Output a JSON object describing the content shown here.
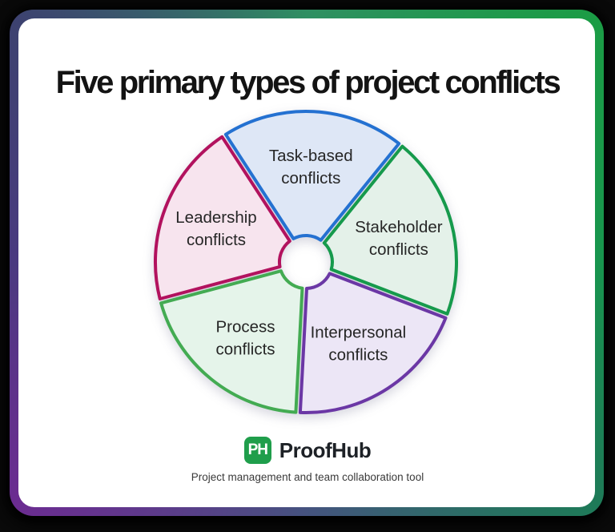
{
  "page": {
    "outer_background": "#0a0a0a"
  },
  "card": {
    "title": "Five primary types of project conflicts",
    "background": "#ffffff",
    "border_gradient": {
      "top_left": "#3d4270",
      "top_right": "#1b9c45",
      "bottom_right": "#1e7a58",
      "bottom_left": "#6b2c91"
    }
  },
  "chart_data": {
    "type": "pie",
    "title": "Five primary types of project conflicts",
    "donut": true,
    "legend_position": "none",
    "text_color": "#262626",
    "segments": [
      {
        "id": "task-based",
        "label": "Task-based conflicts",
        "label_lines": [
          "Task-based",
          "conflicts"
        ],
        "value_pct": 20,
        "fill": "#dee7f6",
        "stroke": "#2471d1",
        "start_angle": 237,
        "end_angle": 309
      },
      {
        "id": "stakeholder",
        "label": "Stakeholder conflicts",
        "label_lines": [
          "Stakeholder",
          "conflicts"
        ],
        "value_pct": 20,
        "fill": "#e4f1e9",
        "stroke": "#169a4c",
        "start_angle": 309,
        "end_angle": 381
      },
      {
        "id": "interpersonal",
        "label": "Interpersonal conflicts",
        "label_lines": [
          "Interpersonal",
          "conflicts"
        ],
        "value_pct": 20,
        "fill": "#ece6f6",
        "stroke": "#6b37a5",
        "start_angle": 21,
        "end_angle": 93
      },
      {
        "id": "process",
        "label": "Process conflicts",
        "label_lines": [
          "Process",
          "conflicts"
        ],
        "value_pct": 20,
        "fill": "#e5f4ea",
        "stroke": "#43ab52",
        "start_angle": 93,
        "end_angle": 165
      },
      {
        "id": "leadership",
        "label": "Leadership conflicts",
        "label_lines": [
          "Leadership",
          "conflicts"
        ],
        "value_pct": 20,
        "fill": "#f7e4ee",
        "stroke": "#b2125e",
        "start_angle": 165,
        "end_angle": 237
      }
    ]
  },
  "footer": {
    "logo_badge": "PH",
    "logo_badge_color": "#1f9e4b",
    "logo_text": "ProofHub",
    "tagline": "Project management and team collaboration tool"
  }
}
